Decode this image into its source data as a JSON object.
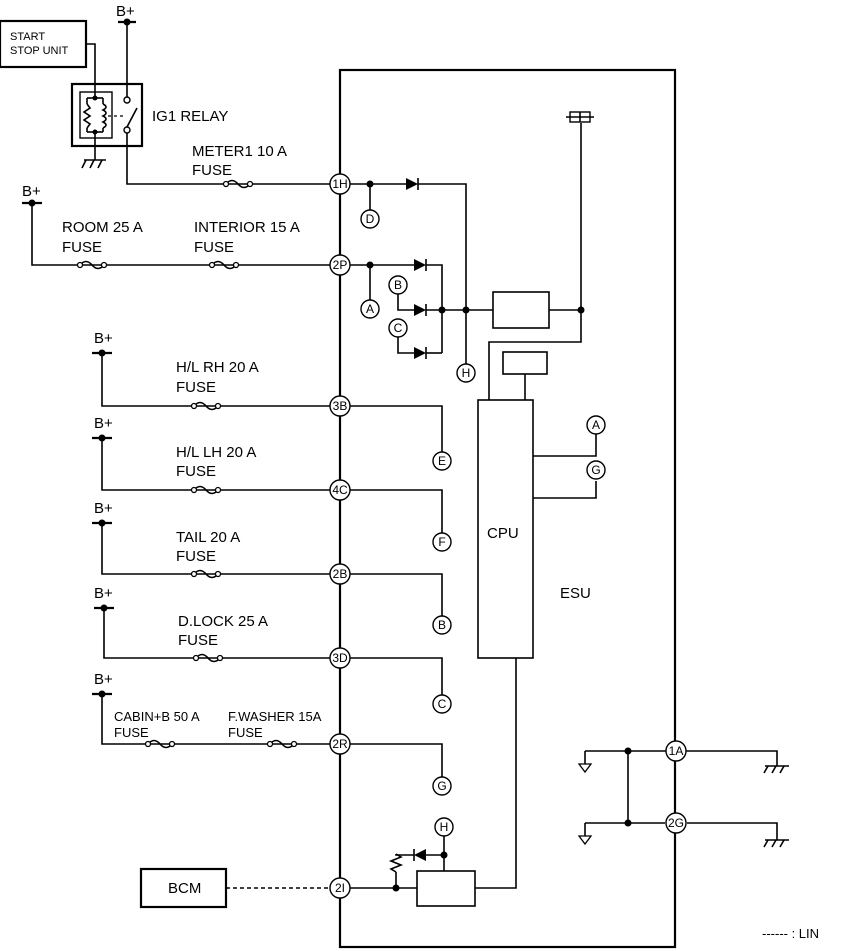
{
  "labels": {
    "start_stop_unit_line1": "START",
    "start_stop_unit_line2": "STOP UNIT",
    "ig1_relay": "IG1 RELAY",
    "esu": "ESU",
    "cpu": "CPU",
    "bcm": "BCM",
    "lin_legend": "------ : LIN",
    "b_plus": "B+"
  },
  "fuses": {
    "meter1": {
      "name": "METER1 10 A",
      "type": "FUSE"
    },
    "room": {
      "name": "ROOM 25 A",
      "type": "FUSE"
    },
    "interior": {
      "name": "INTERIOR 15 A",
      "type": "FUSE"
    },
    "hl_rh": {
      "name": "H/L RH 20 A",
      "type": "FUSE"
    },
    "hl_lh": {
      "name": "H/L LH 20 A",
      "type": "FUSE"
    },
    "tail": {
      "name": "TAIL 20 A",
      "type": "FUSE"
    },
    "dlock": {
      "name": "D.LOCK 25 A",
      "type": "FUSE"
    },
    "cabin": {
      "name": "CABIN+B 50 A",
      "type": "FUSE"
    },
    "fwasher": {
      "name": "F.WASHER 15A",
      "type": "FUSE"
    }
  },
  "terminals": {
    "t1h": "1H",
    "t2p": "2P",
    "t3b": "3B",
    "t4c": "4C",
    "t2b": "2B",
    "t3d": "3D",
    "t2r": "2R",
    "t2i": "2I",
    "t1a": "1A",
    "t2g": "2G"
  },
  "refs": {
    "a": "A",
    "b": "B",
    "c": "C",
    "d": "D",
    "e": "E",
    "f": "F",
    "g": "G",
    "h": "H"
  }
}
